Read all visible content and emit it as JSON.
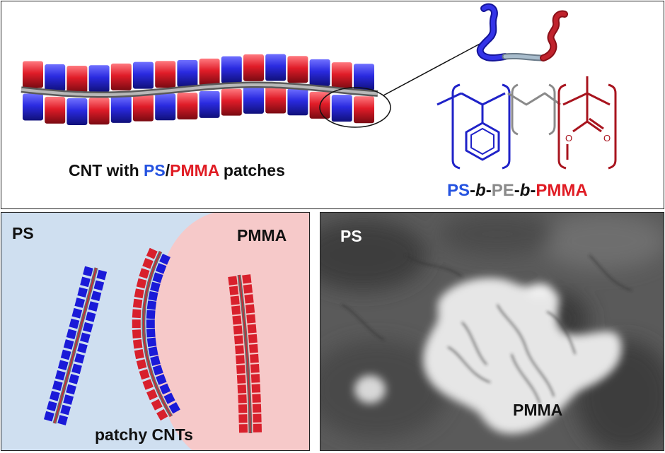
{
  "top": {
    "caption_prefix": "CNT with ",
    "caption_ps": "PS",
    "caption_slash": "/",
    "caption_pmma": "PMMA",
    "caption_suffix": " patches",
    "formula": {
      "ps": "PS",
      "sep1": "-",
      "b1": "b",
      "sep2": "-",
      "pe": "PE",
      "sep3": "-",
      "b2": "b",
      "sep4": "-",
      "pmma": "PMMA"
    }
  },
  "schematic": {
    "ps_label": "PS",
    "pmma_label": "PMMA",
    "caption": "patchy CNTs"
  },
  "micrograph": {
    "ps_label": "PS",
    "pmma_label": "PMMA"
  },
  "colors": {
    "ps_blue": "#2b2bd6",
    "pmma_red": "#d8202c",
    "pe_gray": "#8c8c8c",
    "ps_bg": "#cfdff0",
    "pmma_bg": "#f6c9c9"
  }
}
